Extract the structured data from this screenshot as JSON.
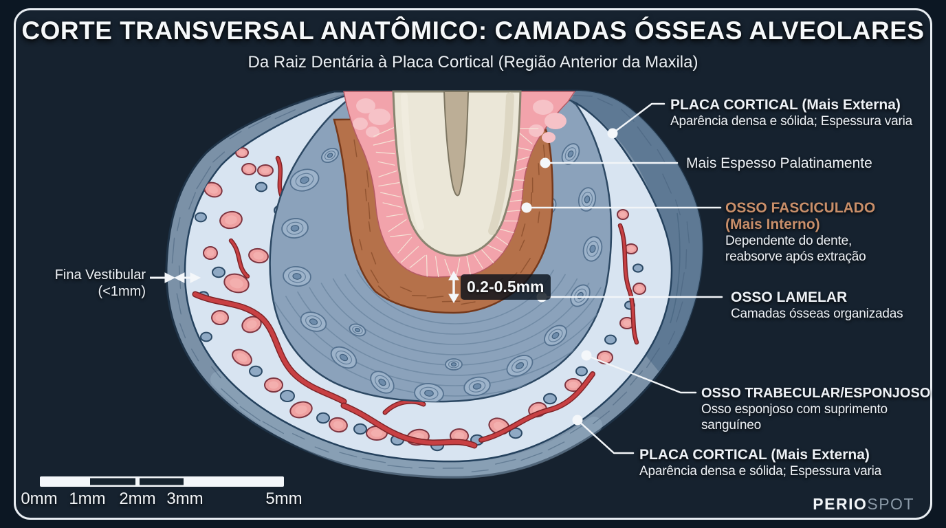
{
  "header": {
    "title": "CORTE TRANSVERSAL ANATÔMICO: CAMADAS ÓSSEAS ALVEOLARES",
    "subtitle": "Da Raiz Dentária à Placa Cortical (Região Anterior da Maxila)"
  },
  "annotations": {
    "cortical_top": {
      "title": "PLACA CORTICAL (Mais Externa)",
      "desc": "Aparência densa e sólida; Espessura varia"
    },
    "palatal_thickness": {
      "text": "Mais Espesso Palatinamente"
    },
    "bundle_bone": {
      "title_line1": "OSSO FASCICULADO",
      "title_line2": "(Mais Interno)",
      "desc_line1": "Dependente do dente,",
      "desc_line2": "reabsorve após extração",
      "accent_color": "#c98f6a"
    },
    "lamellar_bone": {
      "title": "OSSO LAMELAR",
      "desc": "Camadas ósseas organizadas"
    },
    "trabecular_bone": {
      "title": "OSSO TRABECULAR/ESPONJOSO",
      "desc_line1": "Osso esponjoso com suprimento",
      "desc_line2": "sanguíneo"
    },
    "cortical_bottom": {
      "title": "PLACA CORTICAL (Mais Externa)",
      "desc": "Aparência densa e sólida; Espessura varia"
    },
    "buccal_thickness": {
      "line1": "Fina Vestibular",
      "line2": "(<1mm)"
    },
    "socket_measurement": {
      "value": "0.2-0.5mm"
    }
  },
  "scale_bar": {
    "tick_labels": [
      "0mm",
      "1mm",
      "2mm",
      "3mm",
      "5mm"
    ]
  },
  "brand": {
    "name_bold": "PERIO",
    "name_light": "SPOT"
  },
  "palette": {
    "background": "#0c1723",
    "panel": "#16222f",
    "frame_border": "#e9eef3",
    "cortical": "#74899f",
    "cortical_palatal": "#5d7892",
    "lamellar": "#8ba2bb",
    "bundle_bone": "#b5714a",
    "ligament_pink": "#f2a3ab",
    "tooth_root": "#ebe7d8",
    "trabecular_bg": "#d8e4f1",
    "marrow_pink": "#efa1a1",
    "vessel_red": "#c23a3c",
    "label_white": "#eef2f7"
  }
}
